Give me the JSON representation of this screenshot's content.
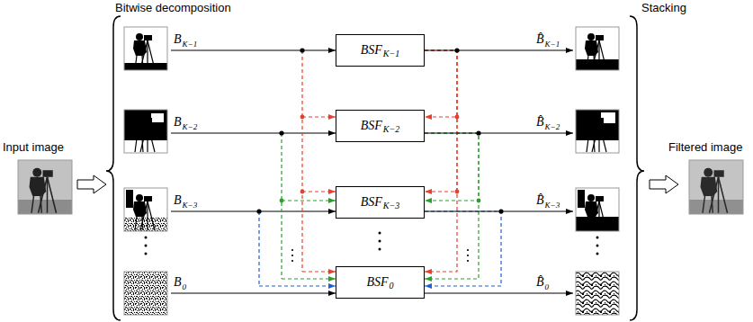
{
  "diagram": {
    "nodes": [
      {
        "text": [
          "BSF",
          "K−1"
        ]
      },
      {
        "text": [
          "BSF",
          "K−2"
        ]
      },
      {
        "text": [
          "BSF",
          "K−3"
        ]
      },
      {
        "text": [
          "BSF",
          "0"
        ]
      }
    ],
    "edges": [
      {
        "from": 0,
        "to": 1,
        "arrow": "to"
      },
      {
        "from": 0,
        "to": 2,
        "arrow": "to"
      },
      {
        "from": 0,
        "to": 3,
        "arrow": "to"
      },
      {
        "from": 1,
        "to": 2,
        "arrow": "to"
      },
      {
        "from": 1,
        "to": 3,
        "arrow": "to"
      },
      {
        "from": 2,
        "to": 3,
        "arrow": "to"
      }
    ],
    "labels": [
      "Bitwise decomposition",
      "Stacking",
      "Input image",
      "Filtered image",
      "B",
      "K−1",
      "B",
      "K−2",
      "B",
      "K−3",
      "B",
      "0",
      "B̂",
      "K−1",
      "B̂",
      "K−2",
      "B̂",
      "K−3",
      "B̂",
      "0"
    ]
  }
}
